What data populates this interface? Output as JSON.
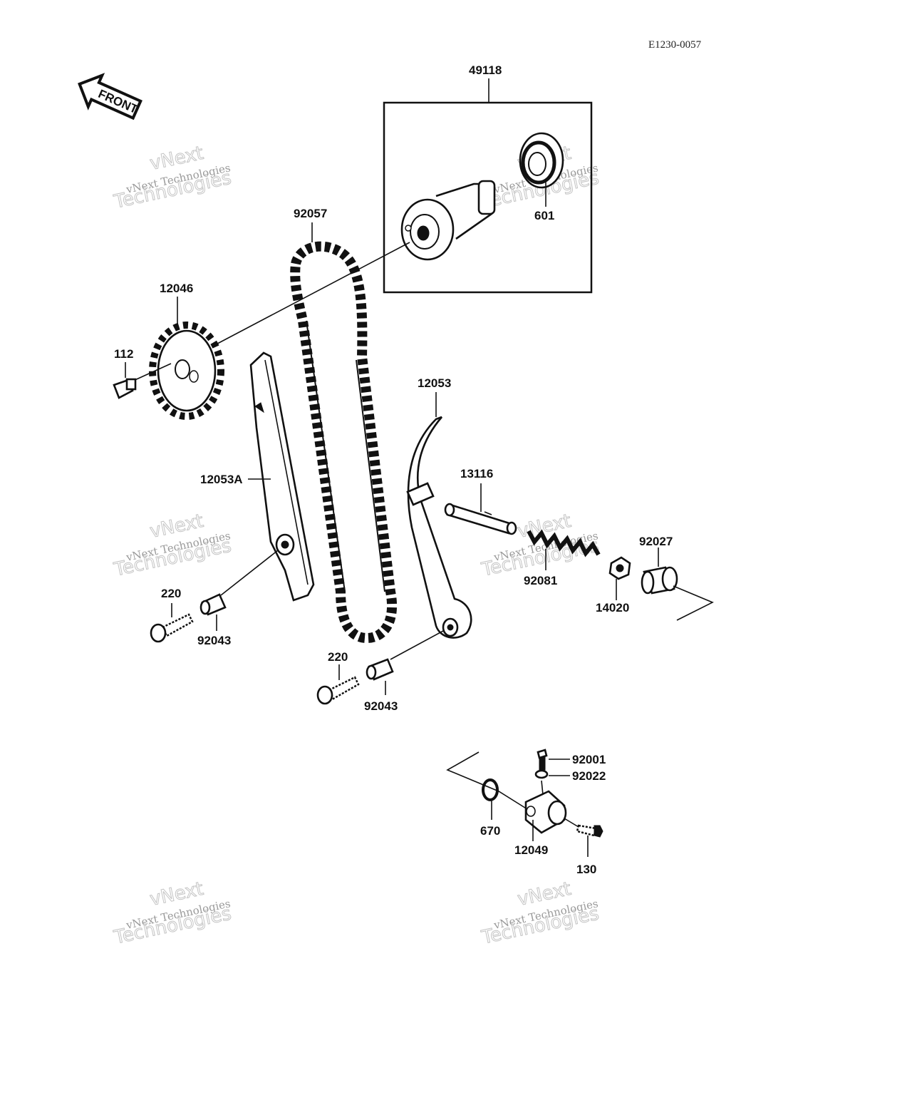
{
  "diagram": {
    "code": "E1230-0057",
    "front_label": "FRONT",
    "labels": [
      {
        "id": "49118",
        "text": "49118"
      },
      {
        "id": "601",
        "text": "601"
      },
      {
        "id": "92057",
        "text": "92057"
      },
      {
        "id": "12046",
        "text": "12046"
      },
      {
        "id": "112",
        "text": "112"
      },
      {
        "id": "12053",
        "text": "12053"
      },
      {
        "id": "12053A",
        "text": "12053A"
      },
      {
        "id": "13116",
        "text": "13116"
      },
      {
        "id": "92027",
        "text": "92027"
      },
      {
        "id": "92081",
        "text": "92081"
      },
      {
        "id": "14020",
        "text": "14020"
      },
      {
        "id": "220a",
        "text": "220"
      },
      {
        "id": "92043a",
        "text": "92043"
      },
      {
        "id": "220b",
        "text": "220"
      },
      {
        "id": "92043b",
        "text": "92043"
      },
      {
        "id": "92001",
        "text": "92001"
      },
      {
        "id": "92022",
        "text": "92022"
      },
      {
        "id": "670",
        "text": "670"
      },
      {
        "id": "12049",
        "text": "12049"
      },
      {
        "id": "130",
        "text": "130"
      }
    ],
    "watermark": {
      "line1": "vNext",
      "line2": "vNext Technologies",
      "line3": "Technologies"
    }
  }
}
